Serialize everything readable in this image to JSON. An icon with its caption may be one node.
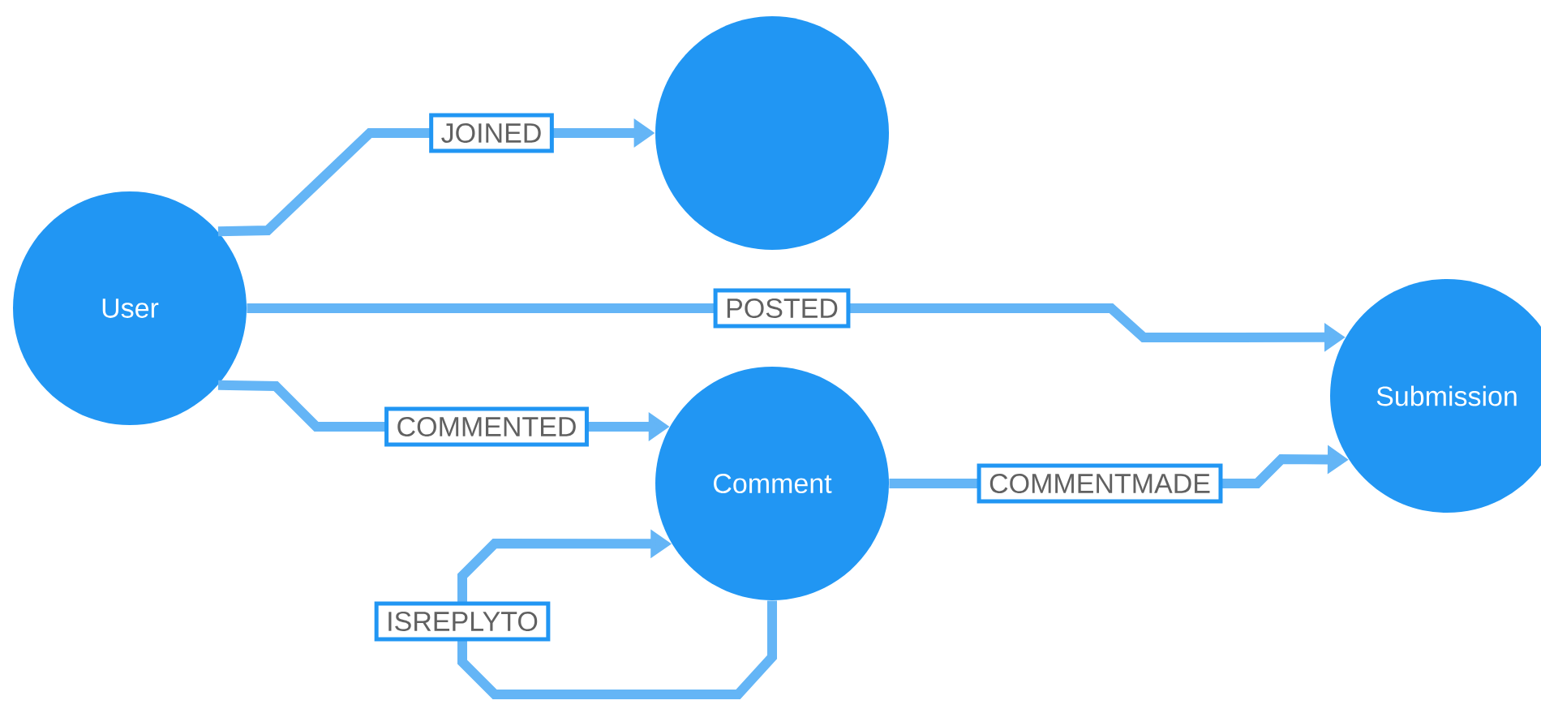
{
  "diagram": {
    "nodes": [
      {
        "text": [
          "User"
        ]
      },
      {
        "text": [],
        "shape": "circle"
      },
      {
        "text": [
          "Submission"
        ]
      },
      {
        "text": [
          "Comment"
        ]
      }
    ],
    "edges": [
      {
        "from": 0,
        "to": 1,
        "arrow": "to",
        "label": "JOINED"
      },
      {
        "from": 0,
        "to": 2,
        "arrow": "to",
        "label": "POSTED"
      },
      {
        "from": 0,
        "to": 3,
        "arrow": "to",
        "label": "COMMENTED"
      },
      {
        "from": 3,
        "to": 3,
        "arrow": "to",
        "label": "ISREPLYTO"
      },
      {
        "from": 3,
        "to": 2,
        "arrow": "to",
        "label": "COMMENTMADE"
      }
    ]
  }
}
